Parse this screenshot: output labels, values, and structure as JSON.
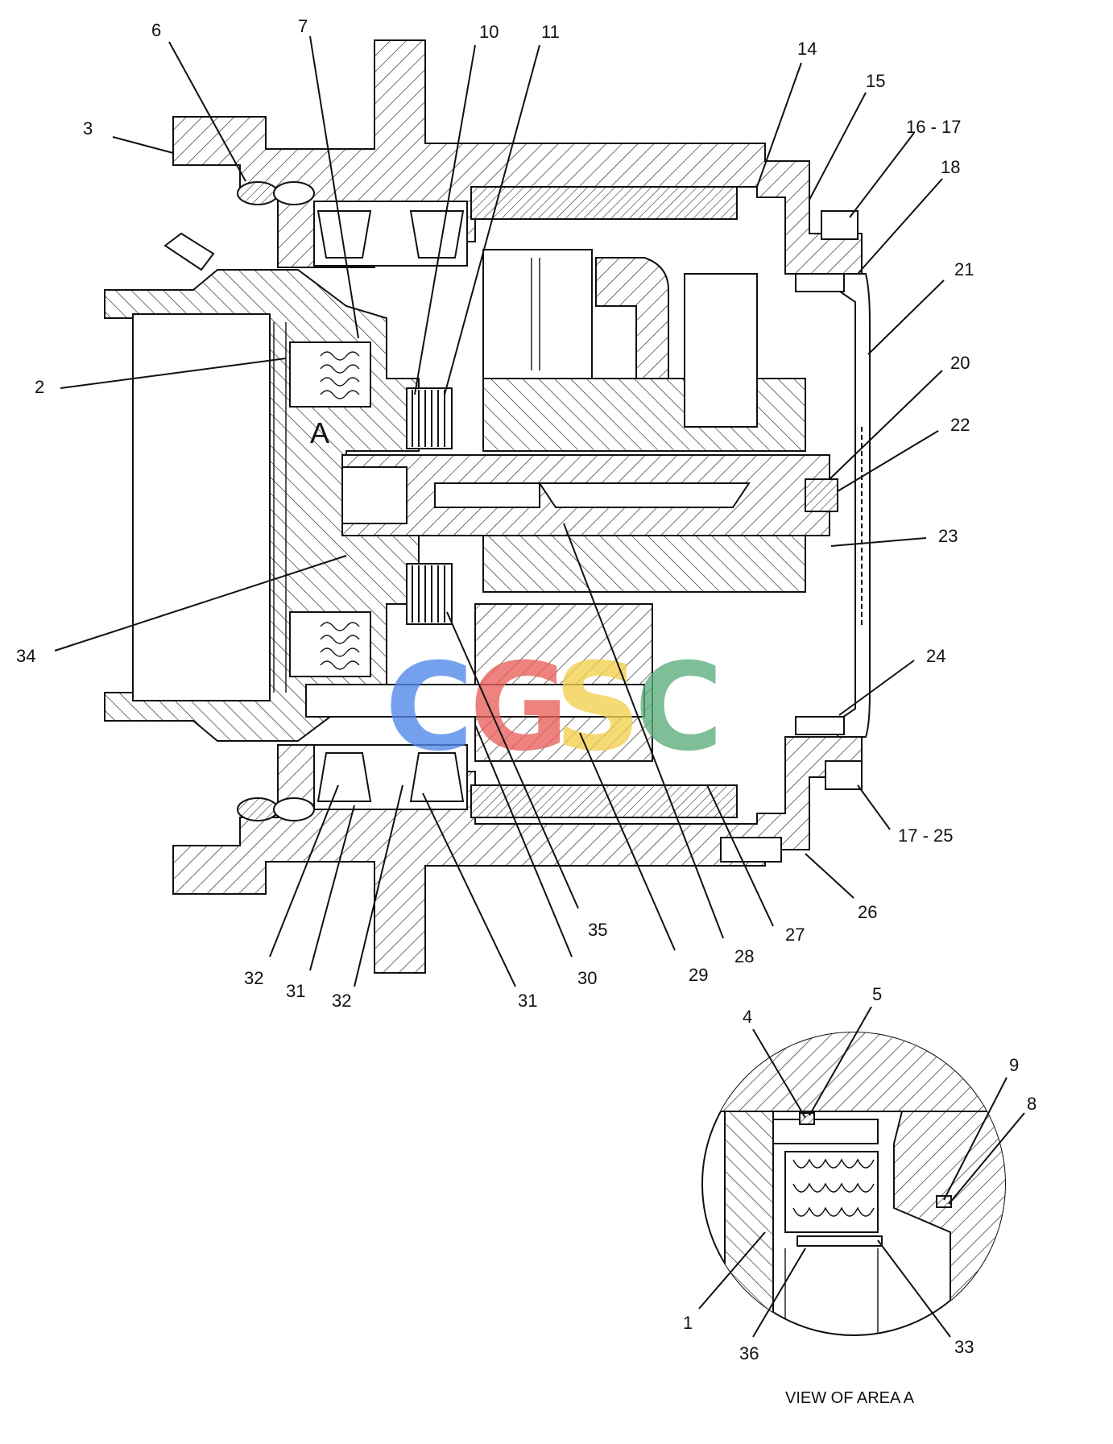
{
  "labels": [
    {
      "id": "6",
      "text": "6"
    },
    {
      "id": "7",
      "text": "7"
    },
    {
      "id": "10",
      "text": "10"
    },
    {
      "id": "11",
      "text": "11"
    },
    {
      "id": "14",
      "text": "14"
    },
    {
      "id": "15",
      "text": "15"
    },
    {
      "id": "16-17",
      "text": "16 - 17"
    },
    {
      "id": "18",
      "text": "18"
    },
    {
      "id": "3",
      "text": "3"
    },
    {
      "id": "21",
      "text": "21"
    },
    {
      "id": "2",
      "text": "2"
    },
    {
      "id": "A",
      "text": "A"
    },
    {
      "id": "20",
      "text": "20"
    },
    {
      "id": "22",
      "text": "22"
    },
    {
      "id": "23",
      "text": "23"
    },
    {
      "id": "34",
      "text": "34"
    },
    {
      "id": "24",
      "text": "24"
    },
    {
      "id": "17-25",
      "text": "17 - 25"
    },
    {
      "id": "26",
      "text": "26"
    },
    {
      "id": "35",
      "text": "35"
    },
    {
      "id": "27",
      "text": "27"
    },
    {
      "id": "28",
      "text": "28"
    },
    {
      "id": "32a",
      "text": "32"
    },
    {
      "id": "31a",
      "text": "31"
    },
    {
      "id": "32b",
      "text": "32"
    },
    {
      "id": "31b",
      "text": "31"
    },
    {
      "id": "30",
      "text": "30"
    },
    {
      "id": "29",
      "text": "29"
    },
    {
      "id": "4",
      "text": "4"
    },
    {
      "id": "5",
      "text": "5"
    },
    {
      "id": "9",
      "text": "9"
    },
    {
      "id": "8",
      "text": "8"
    },
    {
      "id": "1",
      "text": "1"
    },
    {
      "id": "36",
      "text": "36"
    },
    {
      "id": "33",
      "text": "33"
    }
  ],
  "detail_caption": "VIEW OF AREA  A",
  "watermark": {
    "letters": [
      "C",
      "G",
      "S",
      "C"
    ],
    "colors": [
      "#4f86e8",
      "#e8605a",
      "#f3cf4d",
      "#5aae7c"
    ]
  }
}
